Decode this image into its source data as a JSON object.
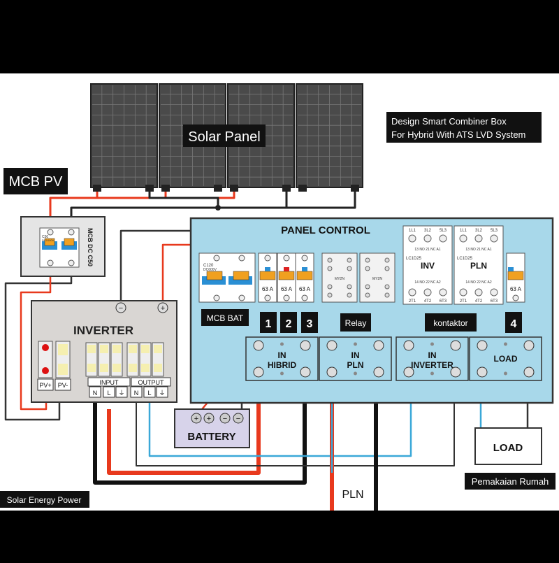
{
  "title_box": {
    "line1": "Design Smart Combiner Box",
    "line2": "For Hybrid With ATS LVD System"
  },
  "solar_panel_label": "Solar Panel",
  "mcb_pv": {
    "label": "MCB PV",
    "side_label": "MCB DC C50",
    "rating": "C50",
    "spec": "DC1000V"
  },
  "panel_control": {
    "title": "PANEL CONTROL",
    "mcb_bat": {
      "label": "MCB BAT",
      "rating": "C120",
      "spec": "DC600V"
    },
    "breakers": [
      "63 A",
      "63 A",
      "63 A"
    ],
    "breaker4": "63 A",
    "numbers": [
      "1",
      "2",
      "3",
      "4"
    ],
    "relay_label": "Relay",
    "relay_text": "MY2N",
    "kontaktor_label": "kontaktor",
    "contactors": [
      {
        "name": "INV",
        "model": "LC1D25",
        "top": [
          "1L1",
          "3L2",
          "5L3"
        ],
        "aux_top": "13 NO  21 NC  A1",
        "aux_bottom": "14 NO  22 NC  A2",
        "bottom": [
          "2T1",
          "4T2",
          "6T3"
        ]
      },
      {
        "name": "PLN",
        "model": "LC1D25",
        "top": [
          "1L1",
          "3L2",
          "5L3"
        ],
        "aux_top": "13 NO  21 NC  A1",
        "aux_bottom": "14 NO  22 NC  A2",
        "bottom": [
          "2T1",
          "4T2",
          "6T3"
        ]
      }
    ],
    "terminals": [
      {
        "line1": "IN",
        "line2": "HIBRID"
      },
      {
        "line1": "IN",
        "line2": "PLN"
      },
      {
        "line1": "IN",
        "line2": "INVERTER"
      },
      {
        "line1": "LOAD",
        "line2": ""
      }
    ]
  },
  "inverter": {
    "label": "INVERTER",
    "pv_plus": "PV+",
    "pv_minus": "PV-",
    "input_label": "INPUT",
    "output_label": "OUTPUT",
    "input_pins": [
      "N",
      "L",
      "⏚"
    ],
    "output_pins": [
      "N",
      "L",
      "⏚"
    ]
  },
  "battery": {
    "label": "BATTERY",
    "terminals": [
      "+",
      "+",
      "−",
      "−"
    ]
  },
  "load_box": "LOAD",
  "pemakaian_label": "Pemakaian Rumah",
  "pln_label": "PLN",
  "footer_label": "Solar Energy Power",
  "colors": {
    "panel_blue": "#a8d8ea",
    "wire_red": "#e8391d",
    "wire_black": "#111111",
    "wire_blue": "#3aa8d8",
    "wire_dark": "#333333",
    "inverter_gray": "#d9d6d3",
    "battery_lilac": "#d7d3ea"
  }
}
